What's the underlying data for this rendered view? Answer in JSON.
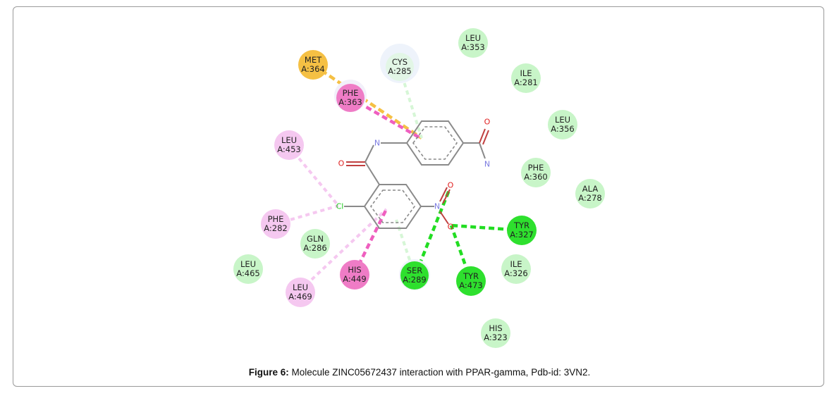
{
  "residues": [
    {
      "id": "met364",
      "name": "MET",
      "pos": "A:364",
      "interaction": "pi-sulfur"
    },
    {
      "id": "cys285",
      "name": "CYS",
      "pos": "A:285",
      "interaction": "pi-sigma"
    },
    {
      "id": "leu353",
      "name": "LEU",
      "pos": "A:353",
      "interaction": "van-der-waals"
    },
    {
      "id": "ile281",
      "name": "ILE",
      "pos": "A:281",
      "interaction": "van-der-waals"
    },
    {
      "id": "phe363",
      "name": "PHE",
      "pos": "A:363",
      "interaction": "pi-pi-stacked"
    },
    {
      "id": "leu356",
      "name": "LEU",
      "pos": "A:356",
      "interaction": "van-der-waals"
    },
    {
      "id": "leu453",
      "name": "LEU",
      "pos": "A:453",
      "interaction": "alkyl"
    },
    {
      "id": "phe360",
      "name": "PHE",
      "pos": "A:360",
      "interaction": "van-der-waals"
    },
    {
      "id": "ala278",
      "name": "ALA",
      "pos": "A:278",
      "interaction": "van-der-waals"
    },
    {
      "id": "phe282",
      "name": "PHE",
      "pos": "A:282",
      "interaction": "alkyl"
    },
    {
      "id": "tyr327",
      "name": "TYR",
      "pos": "A:327",
      "interaction": "hydrogen-bond"
    },
    {
      "id": "gln286",
      "name": "GLN",
      "pos": "A:286",
      "interaction": "van-der-waals"
    },
    {
      "id": "leu465",
      "name": "LEU",
      "pos": "A:465",
      "interaction": "van-der-waals"
    },
    {
      "id": "his449",
      "name": "HIS",
      "pos": "A:449",
      "interaction": "pi-pi-t-shaped"
    },
    {
      "id": "ser289",
      "name": "SER",
      "pos": "A:289",
      "interaction": "hydrogen-bond"
    },
    {
      "id": "tyr473",
      "name": "TYR",
      "pos": "A:473",
      "interaction": "hydrogen-bond"
    },
    {
      "id": "ile326",
      "name": "ILE",
      "pos": "A:326",
      "interaction": "van-der-waals"
    },
    {
      "id": "leu469",
      "name": "LEU",
      "pos": "A:469",
      "interaction": "alkyl"
    },
    {
      "id": "his323",
      "name": "HIS",
      "pos": "A:323",
      "interaction": "van-der-waals"
    }
  ],
  "atoms": {
    "oxygen_amide_top": "O",
    "nitrogen_amide_right": "N",
    "nitrogen_linker": "N",
    "oxygen_carbonyl": "O",
    "chlorine": "Cl",
    "nitrogen_nitro": "N",
    "oxygen_nitro_top": "O",
    "oxygen_nitro_bottom": "O"
  },
  "colors": {
    "van_der_waals": "#c8f5c8",
    "hydrogen_bond": "#2ee02e",
    "pi_sulfur": "#f5c044",
    "pi_pi": "#ef7cc6",
    "alkyl": "#f5c8f0",
    "pi_sigma": "#e2eef8",
    "bond": "#888888",
    "oxygen": "#e02020",
    "nitrogen": "#7a7ae0",
    "chlorine": "#1fcc1f"
  },
  "caption": {
    "label": "Figure 6:",
    "text": " Molecule ZINC05672437 interaction with PPAR-gamma, Pdb-id: 3VN2."
  }
}
